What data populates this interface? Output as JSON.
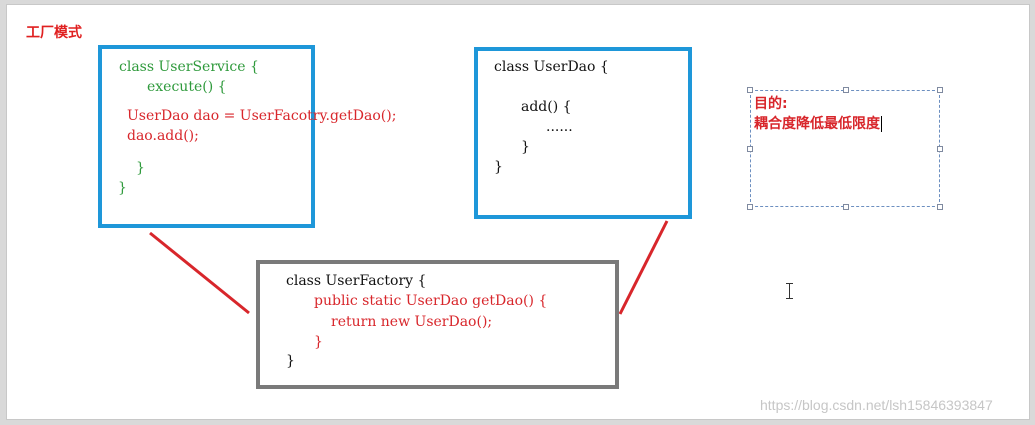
{
  "title": "工厂模式",
  "user_service": {
    "line1": "class UserService {",
    "line2": "execute() {",
    "line3": "UserDao dao = UserFacotry.getDao();",
    "line4": "dao.add();",
    "line5": "}",
    "line6": "}"
  },
  "user_dao": {
    "line1": "class UserDao {",
    "line2": "add() {",
    "line3": "......",
    "line4": "}",
    "line5": "}"
  },
  "user_factory": {
    "line1": "class UserFactory {",
    "line2": "public static UserDao getDao() {",
    "line3": "return new UserDao();",
    "line4": "}",
    "line5": "}"
  },
  "note": {
    "line1": "目的:",
    "line2": "耦合度降低最低限度"
  },
  "watermark": "https://blog.csdn.net/lsh15846393847",
  "colors": {
    "box_border_blue": "#1e97d9",
    "box_border_gray": "#7a7a7a",
    "code_green": "#2f9a3c",
    "code_red": "#d8262b",
    "connector_red": "#d8262b",
    "title_red": "#e02020"
  }
}
